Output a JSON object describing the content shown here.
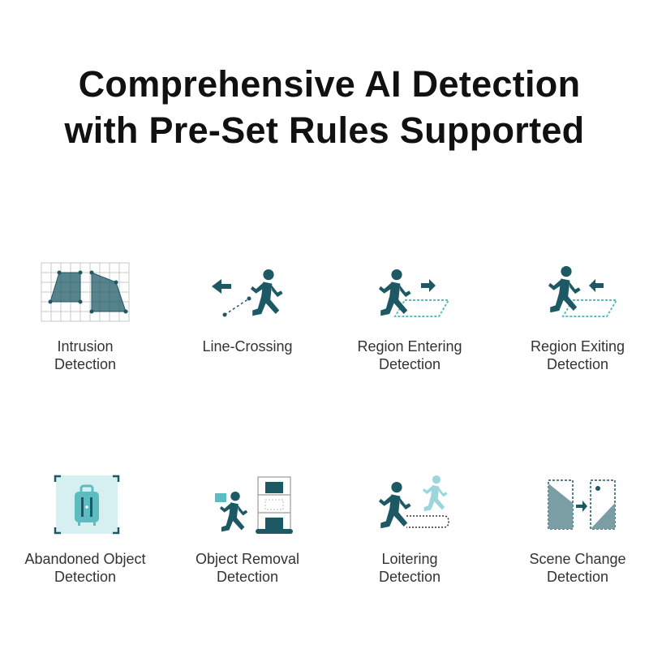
{
  "title": {
    "line1": "Comprehensive AI Detection",
    "line2": "with Pre-Set Rules Supported"
  },
  "colors": {
    "dark_teal": "#1d5965",
    "light_teal": "#5dbcc2",
    "pale_teal": "#d6eff1"
  },
  "features": [
    {
      "icon": "intrusion-icon",
      "line1": "Intrusion",
      "line2": "Detection"
    },
    {
      "icon": "line-crossing-icon",
      "line1": "Line-Crossing",
      "line2": ""
    },
    {
      "icon": "region-entering-icon",
      "line1": "Region Entering",
      "line2": "Detection"
    },
    {
      "icon": "region-exiting-icon",
      "line1": "Region Exiting",
      "line2": "Detection"
    },
    {
      "icon": "abandoned-object-icon",
      "line1": "Abandoned Object",
      "line2": "Detection"
    },
    {
      "icon": "object-removal-icon",
      "line1": "Object Removal",
      "line2": "Detection"
    },
    {
      "icon": "loitering-icon",
      "line1": "Loitering",
      "line2": "Detection"
    },
    {
      "icon": "scene-change-icon",
      "line1": "Scene Change",
      "line2": "Detection"
    }
  ]
}
